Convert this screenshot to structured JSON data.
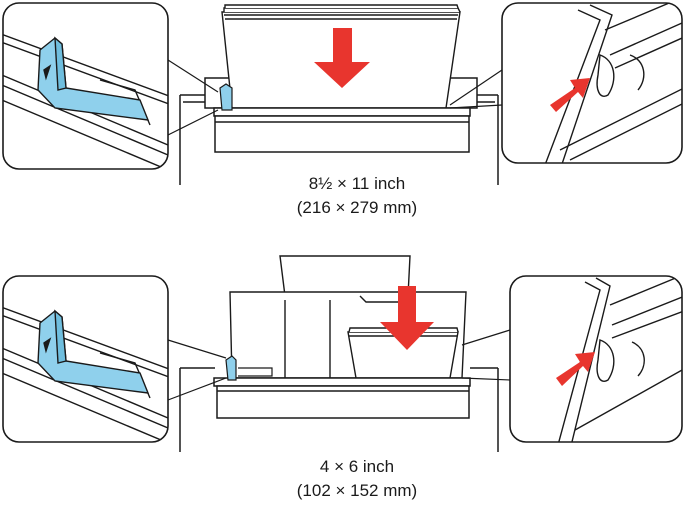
{
  "diagrams": [
    {
      "caption_line1": "8½ × 11 inch",
      "caption_line2": "(216 × 279 mm)"
    },
    {
      "caption_line1": "4 × 6 inch",
      "caption_line2": "(102 × 152 mm)"
    }
  ],
  "colors": {
    "edge_guide": "#8fd0ec",
    "arrow": "#e8352e",
    "outline": "#1a1a1a",
    "background": "#ffffff"
  }
}
